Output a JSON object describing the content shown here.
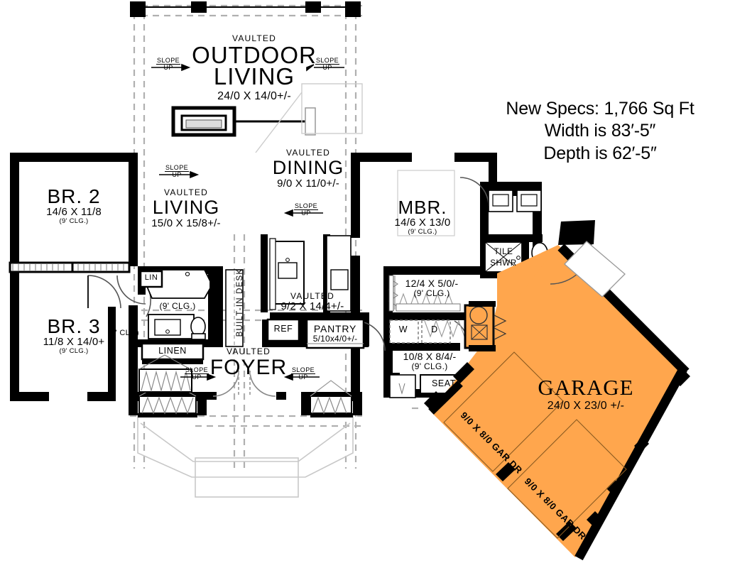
{
  "specs": {
    "line1": "New Specs: 1,766 Sq Ft",
    "line2": "Width is 83′-5″",
    "line3": "Depth is 62′-5″"
  },
  "rooms": {
    "outdoor_living": {
      "vaulted": "VAULTED",
      "name": "OUTDOOR",
      "name2": "LIVING",
      "dim": "24/0 X 14/0+/-"
    },
    "living": {
      "vaulted": "VAULTED",
      "name": "LIVING",
      "dim": "15/0 X 15/8+/-"
    },
    "dining": {
      "vaulted": "VAULTED",
      "name": "DINING",
      "dim": "9/0 X 11/0+/-"
    },
    "kitchen": {
      "vaulted": "VAULTED",
      "dim": "9/2 X 14/4+/-"
    },
    "foyer": {
      "vaulted": "VAULTED",
      "name": "FOYER"
    },
    "br2": {
      "name": "BR. 2",
      "dim": "14/6 X 11/8",
      "clg": "(9' CLG.)"
    },
    "br3": {
      "name": "BR. 3",
      "dim": "11/8 X 14/0+",
      "clg": "(9' CLG.)"
    },
    "mbr": {
      "name": "MBR.",
      "dim": "14/6 X 13/0",
      "clg": "(9' CLG.)"
    },
    "garage": {
      "name": "GARAGE",
      "dim": "24/0 X 23/0 +/-"
    },
    "wic": {
      "dim": "12/4 X 5/0/-",
      "clg": "(9' CLG.)"
    },
    "utility": {
      "dim": "10/8 X 8/4/-",
      "clg": "(9' CLG.)"
    },
    "pantry": {
      "name": "PANTRY",
      "dim": "5/10x4/0+/-"
    },
    "bath_hall": {
      "clg": "(9' CLG.)"
    },
    "hall": {
      "clg": "(9' CLG)"
    }
  },
  "fixtures": {
    "lin": "LIN",
    "linen": "LINEN",
    "ref": "REF",
    "built_in_desk": "BUILT-IN DESK",
    "tile": "TILE",
    "shwr": "SHWR",
    "washer": "W",
    "dryer": "D",
    "seat": "SEAT"
  },
  "garage_doors": {
    "door1": "9/0 X 8/0 GAR DR",
    "door2": "9/0 X 8/0 GAR DR"
  },
  "slope_labels": {
    "word": "SLOPE",
    "dir": "UP"
  },
  "colors": {
    "garage_fill": "#FFA64D",
    "wall": "#000000",
    "thin_line": "#1a1a1a",
    "ghost": "#b4b4b4",
    "background": "#FFFFFF"
  }
}
